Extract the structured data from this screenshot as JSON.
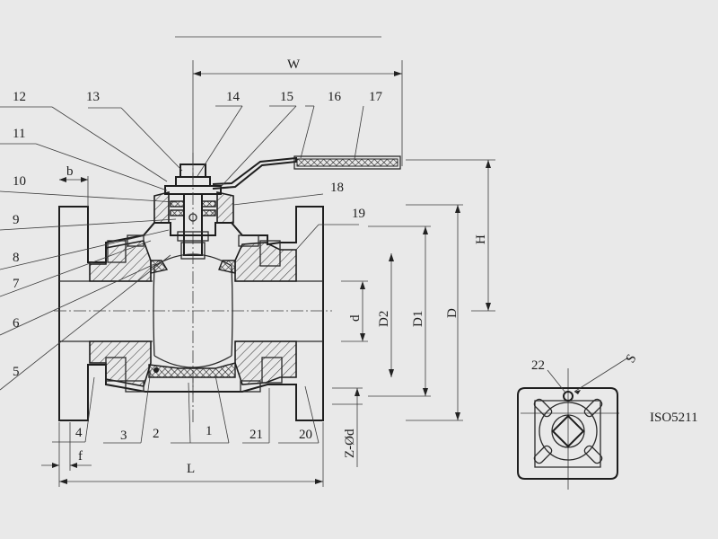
{
  "drawing": {
    "part_numbers": {
      "p1": "1",
      "p2": "2",
      "p3": "3",
      "p4": "4",
      "p5": "5",
      "p6": "6",
      "p7": "7",
      "p8": "8",
      "p9": "9",
      "p10": "10",
      "p11": "11",
      "p12": "12",
      "p13": "13",
      "p14": "14",
      "p15": "15",
      "p16": "16",
      "p17": "17",
      "p18": "18",
      "p19": "19",
      "p20": "20",
      "p21": "21",
      "p22": "22"
    },
    "dimensions": {
      "w": "W",
      "h": "H",
      "b": "b",
      "f": "f",
      "l": "L",
      "d": "d",
      "d2": "D2",
      "d1": "D1",
      "D": "D",
      "z_od": "Z-Ød",
      "s": "S"
    },
    "standard": "ISO5211"
  }
}
